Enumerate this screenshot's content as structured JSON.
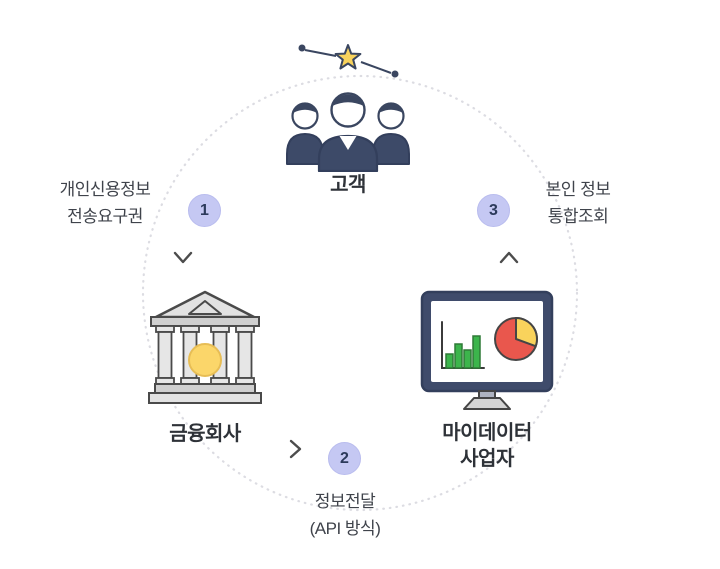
{
  "diagram": {
    "type": "cycle-flow",
    "nodes": {
      "customer": {
        "label": "고객"
      },
      "financial_company": {
        "label": "금융회사"
      },
      "mydata_provider": {
        "label_line1": "마이데이터",
        "label_line2": "사업자"
      }
    },
    "steps": [
      {
        "number": "1",
        "line1": "개인신용정보",
        "line2": "전송요구권"
      },
      {
        "number": "2",
        "line1": "정보전달",
        "line2": "(API 방식)"
      },
      {
        "number": "3",
        "line1": "본인 정보",
        "line2": "통합조회"
      }
    ],
    "colors": {
      "badge_bg": "#c5c8f3",
      "badge_text": "#2c3a5b",
      "figure_navy": "#3d4a68",
      "coin_yellow": "#fbd66a",
      "star_yellow": "#f9d35c",
      "bar_green": "#3cb54c",
      "pie_red": "#e9574d",
      "pie_wedge_yellow": "#f9d35c",
      "cycle_circle": "#dcdce2"
    }
  }
}
